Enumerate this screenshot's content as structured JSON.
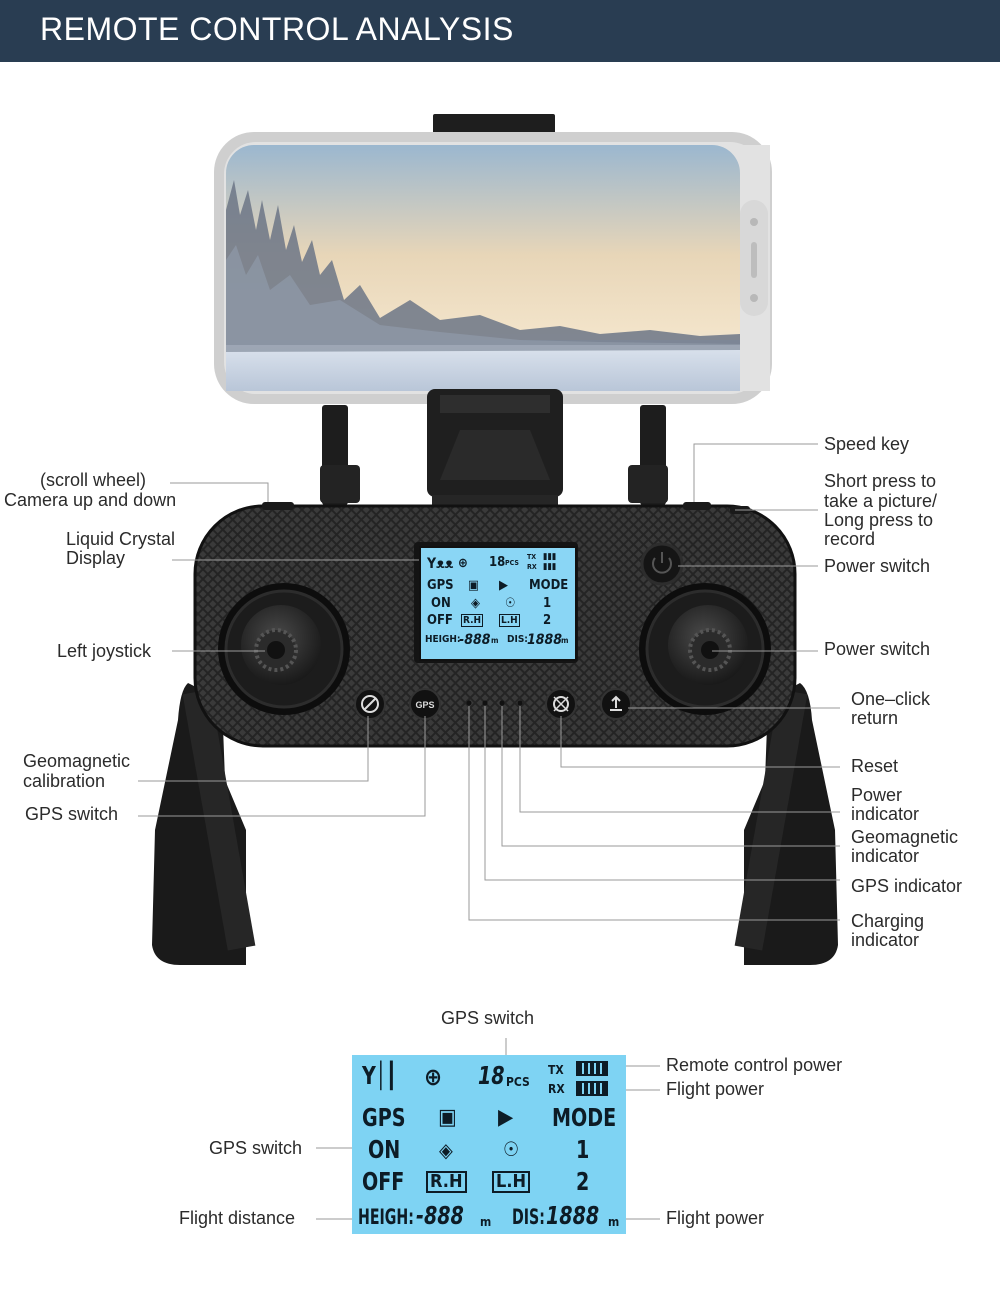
{
  "header": {
    "title": "REMOTE CONTROL ANALYSIS"
  },
  "labels": {
    "scroll_wheel_1": "(scroll wheel)",
    "scroll_wheel_2": "Camera up and down",
    "lcd_1": "Liquid Crystal",
    "lcd_2": "Display",
    "left_joystick": "Left joystick",
    "geomag_cal_1": "Geomagnetic",
    "geomag_cal_2": "calibration",
    "gps_switch_left": "GPS switch",
    "speed_key": "Speed key",
    "short_press_1": "Short press to",
    "short_press_2": "take a picture/",
    "short_press_3": "Long press to",
    "short_press_4": "record",
    "power_switch_1": "Power switch",
    "power_switch_2": "Power switch",
    "one_click_1": "One–click",
    "one_click_2": "return",
    "reset": "Reset",
    "power_ind_1": "Power",
    "power_ind_2": "indicator",
    "geomag_ind_1": "Geomagnetic",
    "geomag_ind_2": "indicator",
    "gps_indicator": "GPS indicator",
    "charging_1": "Charging",
    "charging_2": "indicator"
  },
  "lcd_detail": {
    "gps_switch_top": "GPS switch",
    "gps_switch_left": "GPS switch",
    "flight_distance": "Flight distance",
    "remote_power": "Remote control power",
    "flight_power_1": "Flight power",
    "flight_power_2": "Flight power",
    "sats": "18",
    "pcs": "PCS",
    "tx": "TX",
    "rx": "RX",
    "gps": "GPS",
    "mode": "MODE",
    "on": "ON",
    "off": "OFF",
    "rh": "R.H",
    "lh": "L.H",
    "one": "1",
    "two": "2",
    "heigh": "HEIGH:",
    "heigh_val": "-888",
    "dis": "DIS:",
    "dis_val": "1888",
    "m": "m"
  },
  "buttons": {
    "gps_button": "GPS"
  },
  "colors": {
    "header_bg": "#293d52",
    "lcd_bg": "#7ed3f3",
    "controller_body": "#1c1c1c"
  }
}
